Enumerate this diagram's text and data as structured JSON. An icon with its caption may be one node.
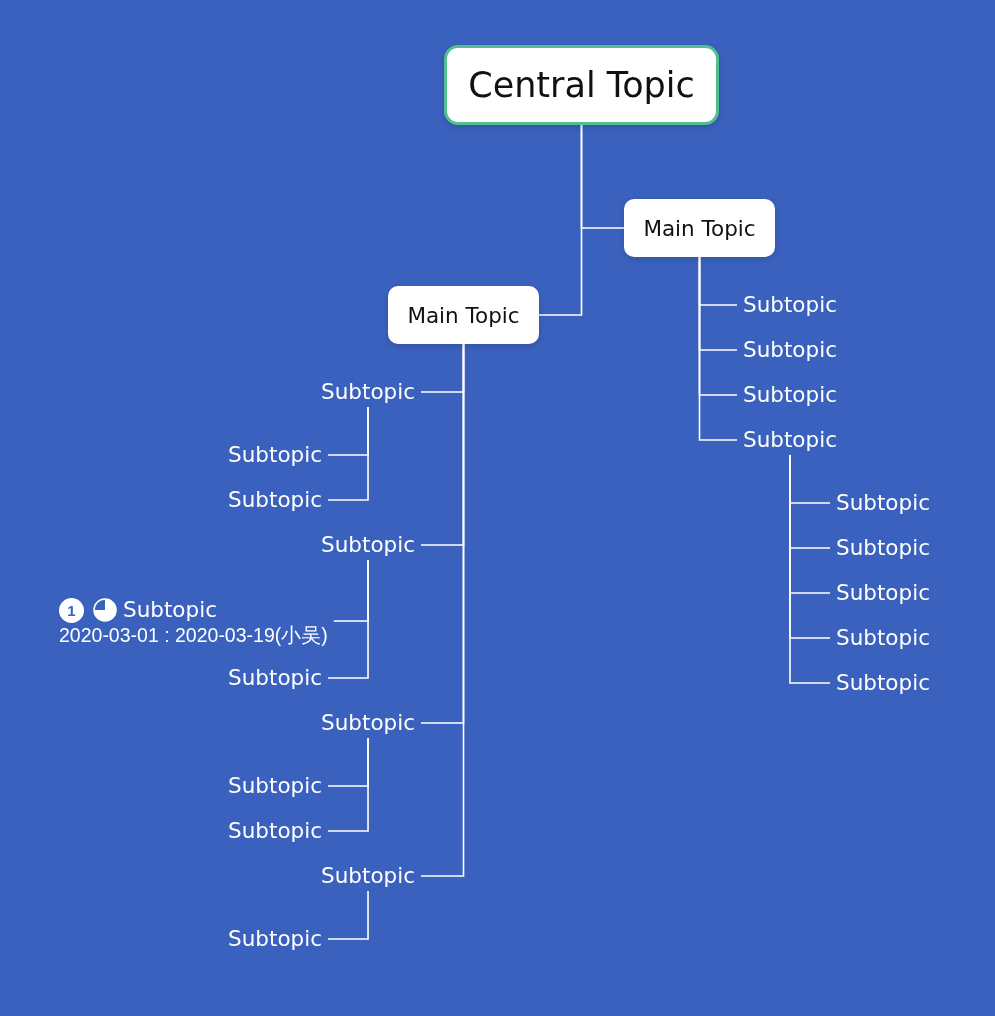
{
  "diagram": {
    "nodes": [
      {
        "text": [
          "Central Topic"
        ]
      },
      {
        "text": [
          "Main Topic"
        ]
      },
      {
        "text": [
          "Subtopic"
        ]
      },
      {
        "text": [
          "Subtopic"
        ]
      },
      {
        "text": [
          "Subtopic"
        ]
      },
      {
        "text": [
          "Subtopic"
        ]
      },
      {
        "text": [
          "Subtopic"
        ]
      },
      {
        "text": [
          "Subtopic"
        ]
      },
      {
        "text": [
          "Subtopic"
        ]
      },
      {
        "text": [
          "Subtopic"
        ]
      },
      {
        "text": [
          "Subtopic"
        ]
      },
      {
        "text": [
          "Main Topic"
        ]
      },
      {
        "text": [
          "Subtopic"
        ]
      },
      {
        "text": [
          "Subtopic"
        ]
      },
      {
        "text": [
          "Subtopic"
        ]
      },
      {
        "text": [
          "Subtopic"
        ]
      },
      {
        "text": [
          "1",
          "Subtopic",
          "2020-03-01 : 2020-03-19(小吴)"
        ]
      },
      {
        "text": [
          "Subtopic"
        ]
      },
      {
        "text": [
          "Subtopic"
        ]
      },
      {
        "text": [
          "Subtopic"
        ]
      },
      {
        "text": [
          "Subtopic"
        ]
      },
      {
        "text": [
          "Subtopic"
        ]
      },
      {
        "text": [
          "Subtopic"
        ]
      }
    ],
    "edges": [
      {
        "from": 0,
        "to": 1,
        "arrow": "none"
      },
      {
        "from": 1,
        "to": 2,
        "arrow": "none"
      },
      {
        "from": 1,
        "to": 3,
        "arrow": "none"
      },
      {
        "from": 1,
        "to": 4,
        "arrow": "none"
      },
      {
        "from": 1,
        "to": 5,
        "arrow": "none"
      },
      {
        "from": 5,
        "to": 6,
        "arrow": "none"
      },
      {
        "from": 5,
        "to": 7,
        "arrow": "none"
      },
      {
        "from": 5,
        "to": 8,
        "arrow": "none"
      },
      {
        "from": 5,
        "to": 9,
        "arrow": "none"
      },
      {
        "from": 5,
        "to": 10,
        "arrow": "none"
      },
      {
        "from": 0,
        "to": 11,
        "arrow": "none"
      },
      {
        "from": 11,
        "to": 12,
        "arrow": "none"
      },
      {
        "from": 12,
        "to": 13,
        "arrow": "none"
      },
      {
        "from": 12,
        "to": 14,
        "arrow": "none"
      },
      {
        "from": 11,
        "to": 15,
        "arrow": "none"
      },
      {
        "from": 15,
        "to": 16,
        "arrow": "none"
      },
      {
        "from": 15,
        "to": 17,
        "arrow": "none"
      },
      {
        "from": 11,
        "to": 18,
        "arrow": "none"
      },
      {
        "from": 18,
        "to": 19,
        "arrow": "none"
      },
      {
        "from": 18,
        "to": 20,
        "arrow": "none"
      },
      {
        "from": 11,
        "to": 21,
        "arrow": "none"
      },
      {
        "from": 21,
        "to": 22,
        "arrow": "none"
      }
    ]
  }
}
